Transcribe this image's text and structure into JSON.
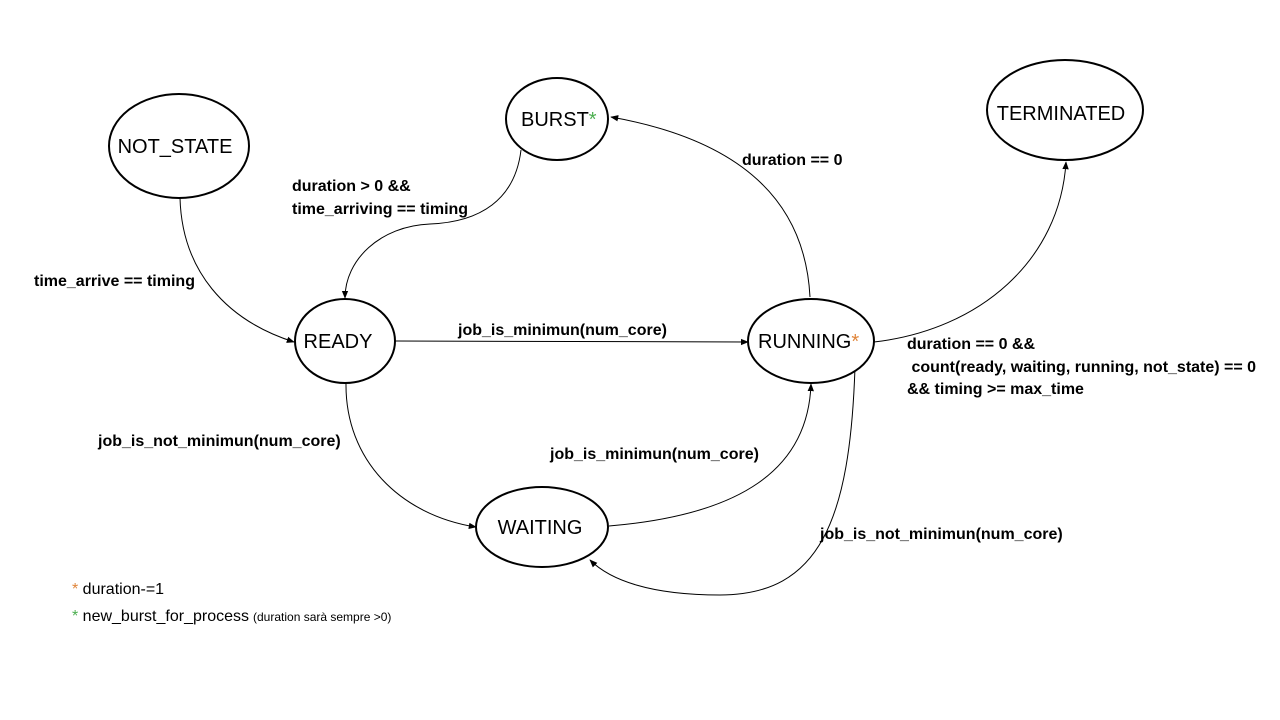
{
  "colors": {
    "orange_star": "#E0853A",
    "green_star": "#4CAF50"
  },
  "nodes": {
    "not_state": {
      "label": "NOT_STATE"
    },
    "burst": {
      "label": "BURST",
      "star": "*"
    },
    "terminated": {
      "label": "TERMINATED"
    },
    "ready": {
      "label": "READY"
    },
    "running": {
      "label": "RUNNING",
      "star": "*"
    },
    "waiting": {
      "label": "WAITING"
    }
  },
  "edges": {
    "not_state_to_ready": "time_arrive == timing",
    "burst_to_ready_line1": "duration > 0  &&",
    "burst_to_ready_line2": "time_arriving == timing",
    "running_to_burst": "duration == 0",
    "ready_to_running": "job_is_minimun(num_core)",
    "running_to_terminated_line1": "duration == 0  &&",
    "running_to_terminated_line2": " count(ready, waiting, running, not_state) == 0",
    "running_to_terminated_line3": "&&  timing >= max_time",
    "ready_to_waiting": "job_is_not_minimun(num_core)",
    "waiting_to_running": "job_is_minimun(num_core)",
    "running_to_waiting": "job_is_not_minimun(num_core)"
  },
  "legend": {
    "orange": {
      "star": "*",
      "text": " duration-=1"
    },
    "green": {
      "star": "*",
      "text": " new_burst_for_process",
      "note": "(duration sarà sempre >0)"
    }
  }
}
